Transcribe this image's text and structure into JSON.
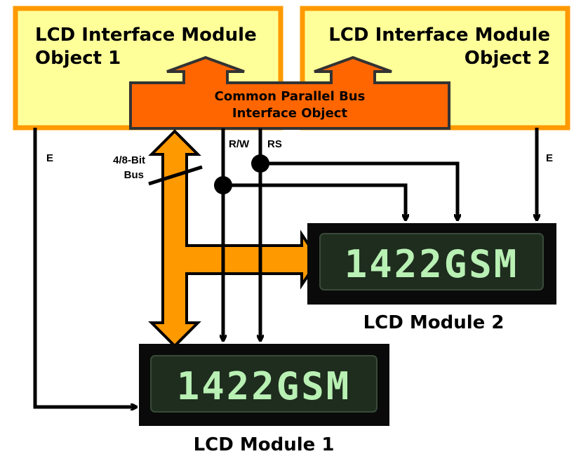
{
  "interface_objects": [
    {
      "line1": "LCD Interface Module",
      "line2": "Object 1"
    },
    {
      "line1": "LCD Interface Module",
      "line2": "Object 2"
    }
  ],
  "bus_object": {
    "line1": "Common Parallel Bus",
    "line2": "Interface Object"
  },
  "signals": {
    "e_left": "E",
    "e_right": "E",
    "rw": "R/W",
    "rs": "RS",
    "bus_line1": "4/8-Bit",
    "bus_line2": "Bus"
  },
  "lcd_modules": [
    {
      "label": "LCD Module 1",
      "display": "1422GSM"
    },
    {
      "label": "LCD Module 2",
      "display": "1422GSM"
    }
  ],
  "colors": {
    "box_fill": "#ffff99",
    "box_border": "#ff9900",
    "bus_fill": "#ff6600",
    "bus_border": "#333333",
    "bus_arrow": "#ff9900",
    "lcd_bezel": "#0a0a0a",
    "lcd_screen": "#1e2d1e",
    "lcd_text": "#b9f0b4"
  }
}
